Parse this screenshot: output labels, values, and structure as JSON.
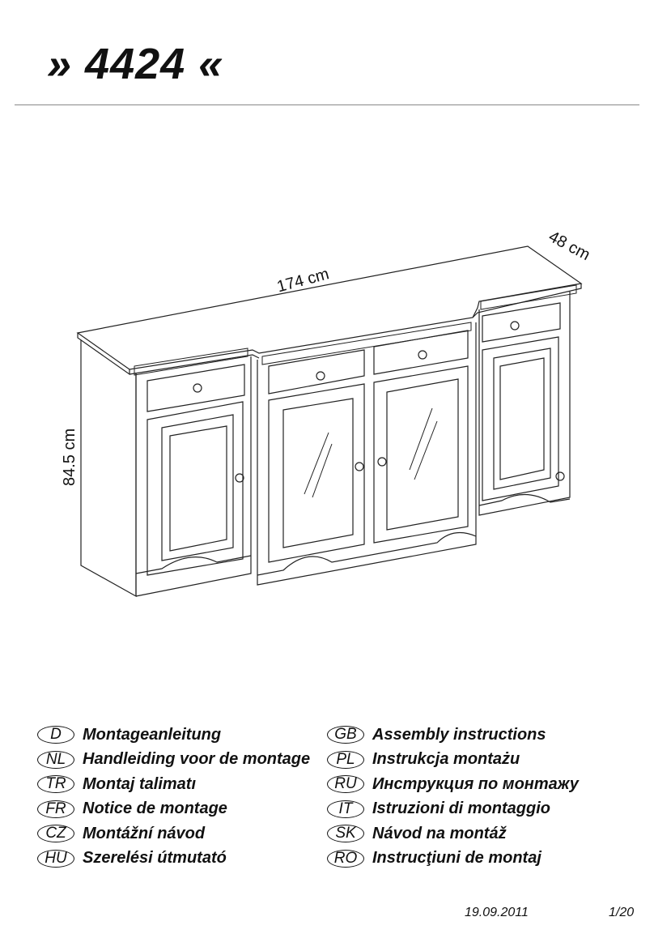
{
  "header": {
    "title": "» 4424 «"
  },
  "drawing": {
    "dim_width": "174 cm",
    "dim_depth": "48 cm",
    "dim_height": "84.5 cm"
  },
  "languages_left": [
    {
      "code": "D",
      "label": "Montageanleitung"
    },
    {
      "code": "NL",
      "label": "Handleiding voor de montage"
    },
    {
      "code": "TR",
      "label": "Montaj talimatı"
    },
    {
      "code": "FR",
      "label": "Notice de montage"
    },
    {
      "code": "CZ",
      "label": "Montážní návod"
    },
    {
      "code": "HU",
      "label": "Szerelési útmutató"
    }
  ],
  "languages_right": [
    {
      "code": "GB",
      "label": "Assembly instructions"
    },
    {
      "code": "PL",
      "label": "Instrukcja montażu"
    },
    {
      "code": "RU",
      "label": "Инструкция по монтажу"
    },
    {
      "code": "IT",
      "label": "Istruzioni di montaggio"
    },
    {
      "code": "SK",
      "label": "Návod na montáž"
    },
    {
      "code": "RO",
      "label": "Instrucţiuni de montaj"
    }
  ],
  "footer": {
    "date": "19.09.2011",
    "page": "1/20"
  }
}
